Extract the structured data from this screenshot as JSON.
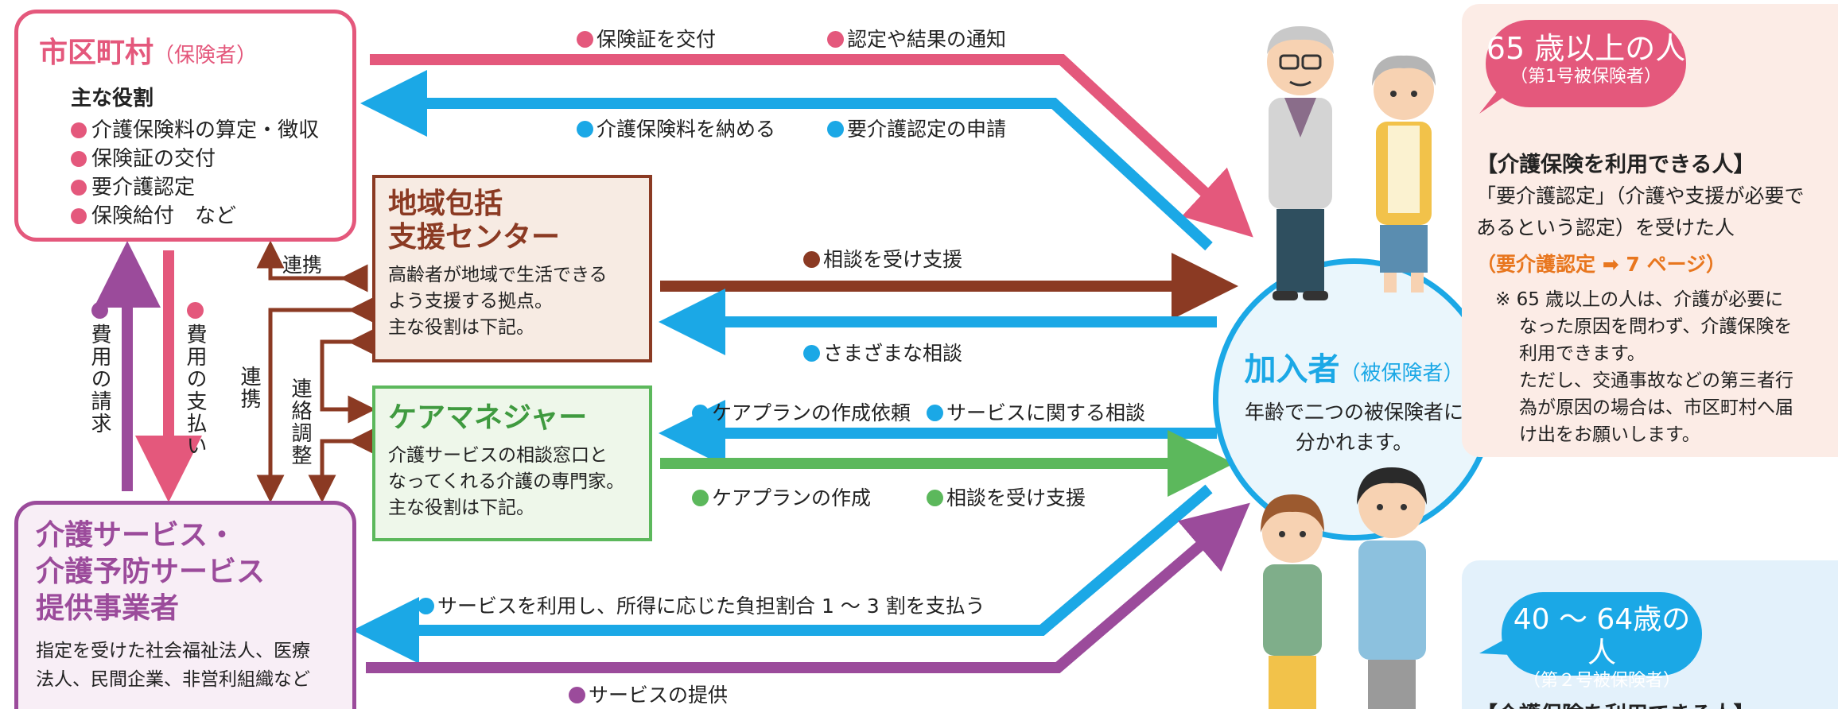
{
  "municipality": {
    "title": "市区町村",
    "sub": "（保険者）",
    "roles_heading": "主な役割",
    "roles": [
      "介護保険料の算定・徴収",
      "保険証の交付",
      "要介護認定",
      "保険給付　など"
    ]
  },
  "center": {
    "title_line1": "地域包括",
    "title_line2": "支援センター",
    "desc_lines": [
      "高齢者が地域で生活できる",
      "よう支援する拠点。",
      "主な役割は下記。"
    ]
  },
  "caremanager": {
    "title": "ケアマネジャー",
    "desc_lines": [
      "介護サービスの相談窓口と",
      "なってくれる介護の専門家。",
      "主な役割は下記。"
    ]
  },
  "provider": {
    "title_lines": [
      "介護サービス・",
      "介護予防サービス",
      "提供事業者"
    ],
    "desc_lines": [
      "指定を受けた社会福祉法人、医療",
      "法人、民間企業、非営利組織など"
    ]
  },
  "insured": {
    "title": "加入者",
    "sub": "（被保険者）",
    "desc_lines": [
      "年齢で二つの被保険者に",
      "分かれます。"
    ]
  },
  "arrows": {
    "top_pink_1": "保険証を交付",
    "top_pink_2": "認定や結果の通知",
    "top_blue_1": "介護保険料を納める",
    "top_blue_2": "要介護認定の申請",
    "center_brown": "相談を受け支援",
    "center_blue": "さまざまな相談",
    "cm_blue_1": "ケアプランの作成依頼",
    "cm_blue_2": "サービスに関する相談",
    "cm_green_1": "ケアプランの作成",
    "cm_green_2": "相談を受け支援",
    "bottom_blue": "サービスを利用し、所得に応じた負担割合 1 ～ 3 割を支払う",
    "bottom_purple": "サービスの提供",
    "renkei_top": "連携",
    "renkei_vertical": "連携",
    "renraku": "連絡調整",
    "hiyou_seikyu": "費用の請求",
    "hiyou_shiharai": "費用の支払い"
  },
  "senior": {
    "bubble_line1": "65 歳以上の人",
    "bubble_line2": "（第1号被保険者）",
    "heading": "【介護保険を利用できる人】",
    "text_lines": [
      "「要介護認定」（介護や支援が必要で",
      "あるという認定）を受けた人"
    ],
    "ref": "（要介護認定 ➡ 7 ページ）",
    "note_lines": [
      "※ 65 歳以上の人は、介護が必要に",
      "なった原因を問わず、介護保険を",
      "利用できます。",
      "ただし、交通事故などの第三者行",
      "為が原因の場合は、市区町村へ届",
      "け出をお願いします。"
    ]
  },
  "young": {
    "bubble_line1": "40 ～ 64歳の人",
    "bubble_line2": "（第２号被保険者）",
    "heading_partial": "【介護保険を利用できる人】"
  },
  "colors": {
    "pink": "#e4587c",
    "blue": "#1ba8e6",
    "brown": "#8b3a23",
    "green": "#5cb85c",
    "purple": "#9b4b9b"
  }
}
